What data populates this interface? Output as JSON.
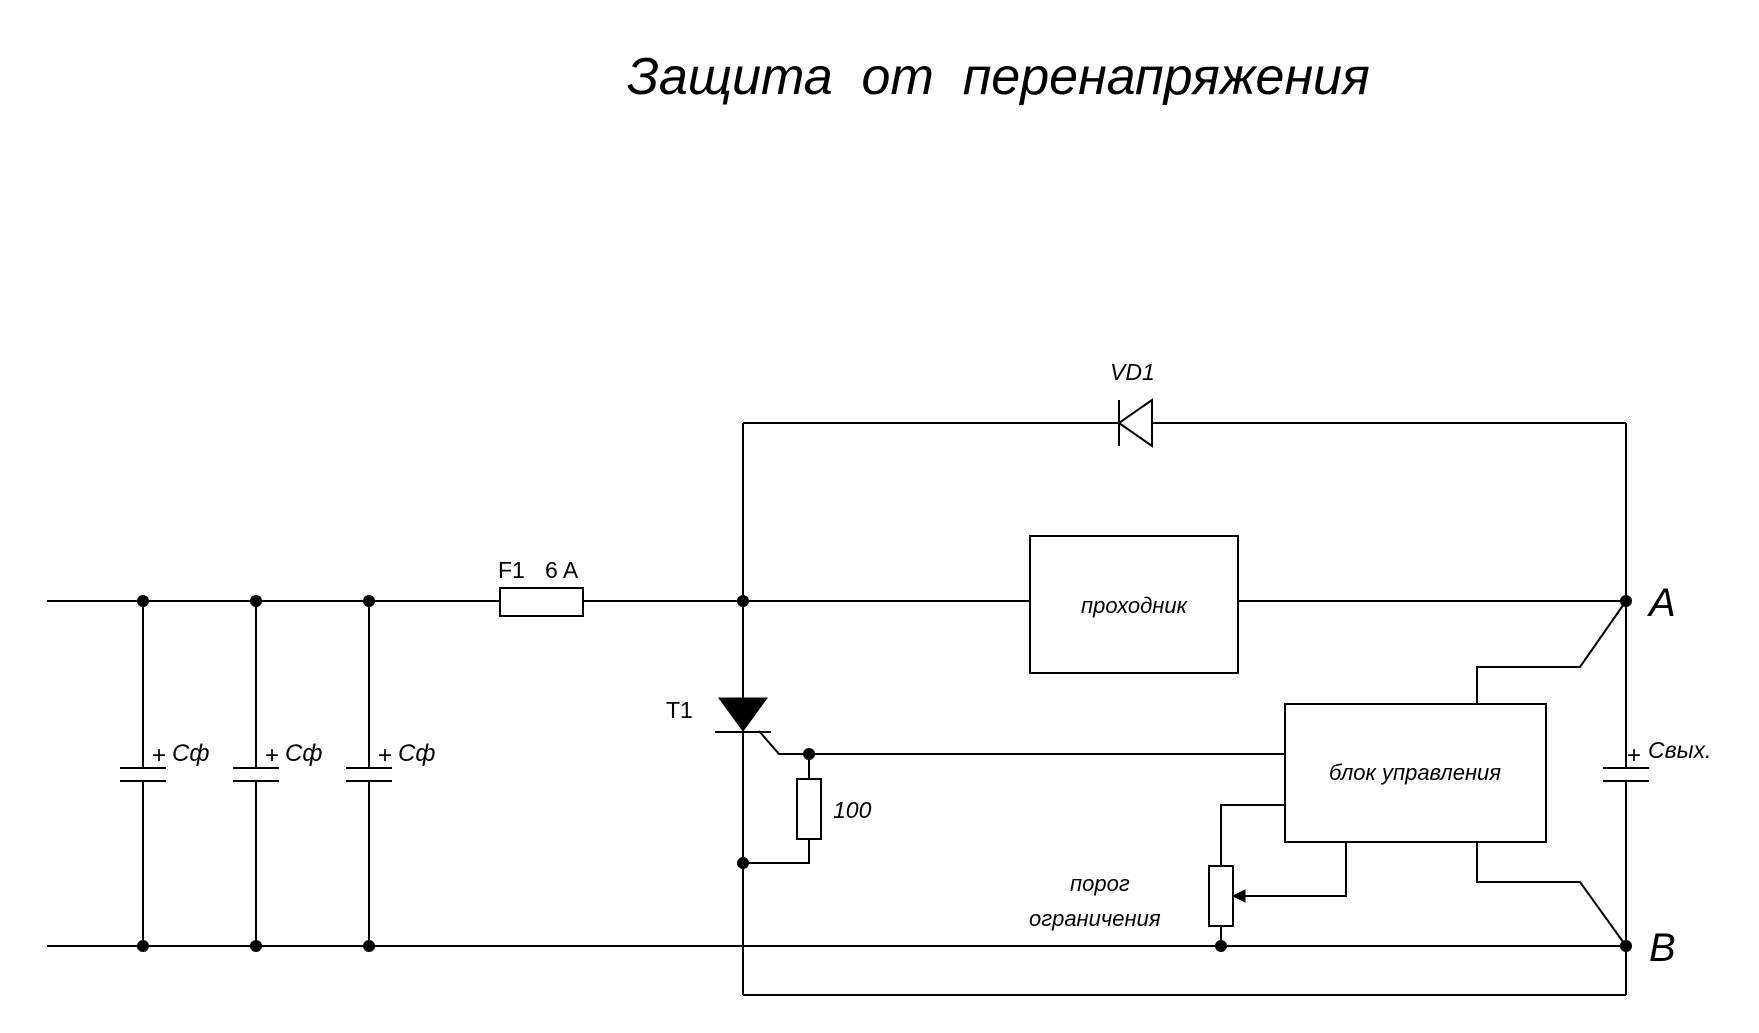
{
  "title": "Защита  от  перенапряжения",
  "labels": {
    "vd1": "VD1",
    "fuse_name": "F1",
    "fuse_rating": "6 A",
    "block_pass": "проходник",
    "block_control": "блок управления",
    "thyristor": "T1",
    "resistor": "100",
    "threshold_line1": "порог",
    "threshold_line2": "ограничения",
    "terminal_a": "A",
    "terminal_b": "B",
    "cap_filter": "Сф",
    "cap_out": "Свых.",
    "plus": "+"
  },
  "colors": {
    "ink": "#000000",
    "background": "#ffffff"
  }
}
